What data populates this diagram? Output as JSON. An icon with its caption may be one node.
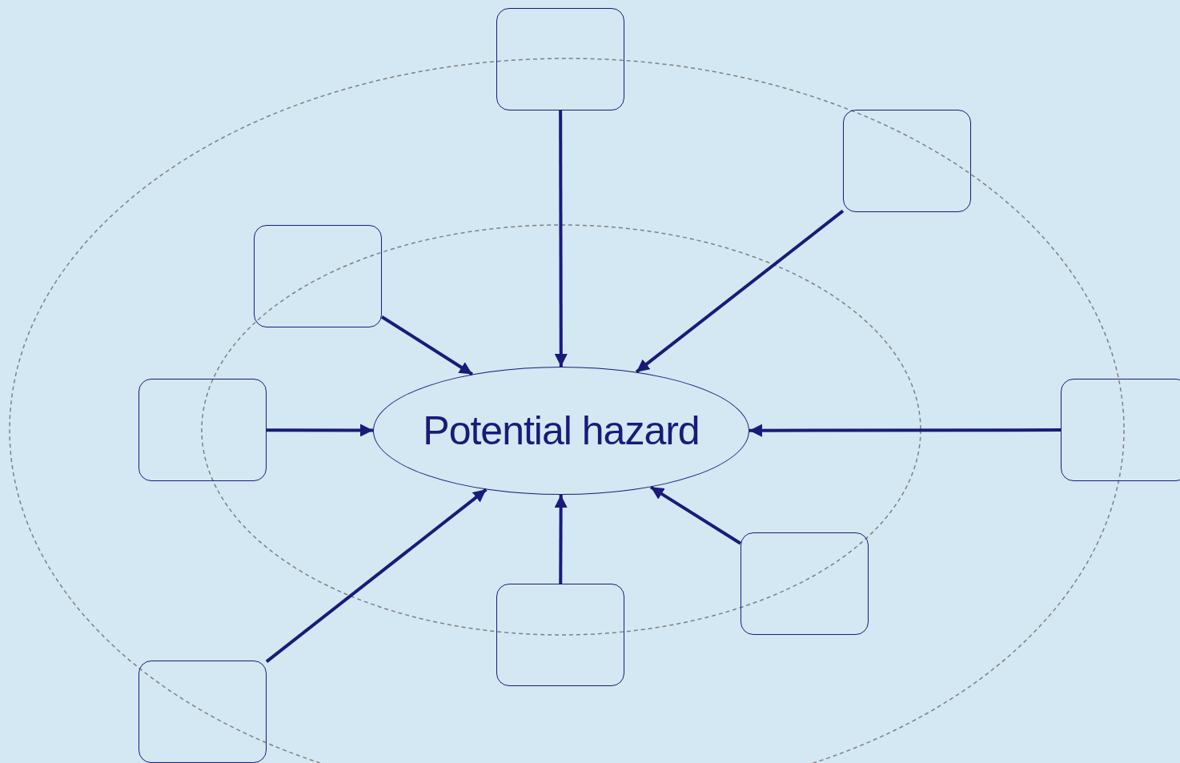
{
  "diagram": {
    "nodes": [
      {
        "text": [
          "Potential hazard"
        ]
      },
      {
        "text": [],
        "shape": "box"
      },
      {
        "text": [],
        "shape": "box"
      },
      {
        "text": [],
        "shape": "box"
      },
      {
        "text": [],
        "shape": "box"
      },
      {
        "text": [],
        "shape": "box"
      },
      {
        "text": [],
        "shape": "box"
      },
      {
        "text": [],
        "shape": "box"
      },
      {
        "text": [],
        "shape": "box"
      }
    ],
    "edges": [
      {
        "from": 1,
        "to": 0,
        "arrow": "to"
      },
      {
        "from": 2,
        "to": 0,
        "arrow": "to"
      },
      {
        "from": 3,
        "to": 0,
        "arrow": "to"
      },
      {
        "from": 4,
        "to": 0,
        "arrow": "to"
      },
      {
        "from": 5,
        "to": 0,
        "arrow": "to"
      },
      {
        "from": 6,
        "to": 0,
        "arrow": "to"
      },
      {
        "from": 7,
        "to": 0,
        "arrow": "to"
      },
      {
        "from": 8,
        "to": 0,
        "arrow": "to"
      }
    ]
  }
}
